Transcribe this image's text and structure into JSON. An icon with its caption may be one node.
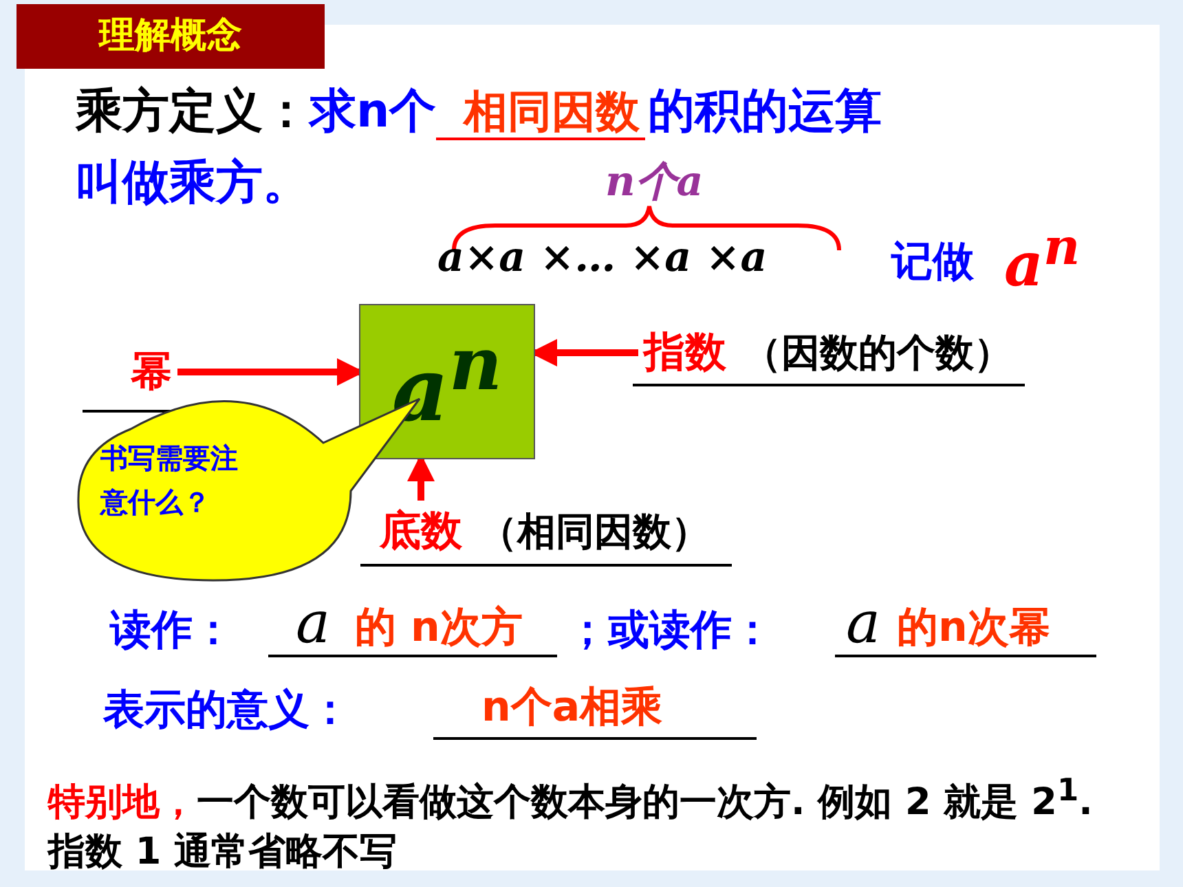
{
  "diagram": {
    "title": "理解概念",
    "nodes": [
      {
        "text": [
          "a$^{n}$"
        ]
      },
      {
        "text": [
          "幂"
        ]
      },
      {
        "text": [
          "指数",
          "（因数的个数）"
        ]
      },
      {
        "text": [
          "底数",
          "（相同因数）"
        ]
      },
      {
        "text": [
          "书写需要注意什么？"
        ]
      }
    ],
    "edges": [
      {
        "from": 1,
        "to": 0,
        "arrow": "to"
      },
      {
        "from": 2,
        "to": 0,
        "arrow": "to"
      },
      {
        "from": 3,
        "to": 0,
        "arrow": "to"
      }
    ],
    "labels": [
      "乘方定义：",
      "求n个",
      "相同因数",
      "的积的运算叫做乘方。",
      "n个a",
      "a×a ×… ×a ×a",
      "记做",
      "a$^{n}$",
      "读作：",
      "a",
      "的 n次方",
      "；或读作：",
      "a",
      "的n次幂",
      "表示的意义：",
      "n个a相乘",
      "特别地，",
      "一个数可以看做这个数本身的一次方. 例如 2 就是 2$^{1}$. 指数 1 通常省略不写"
    ]
  }
}
